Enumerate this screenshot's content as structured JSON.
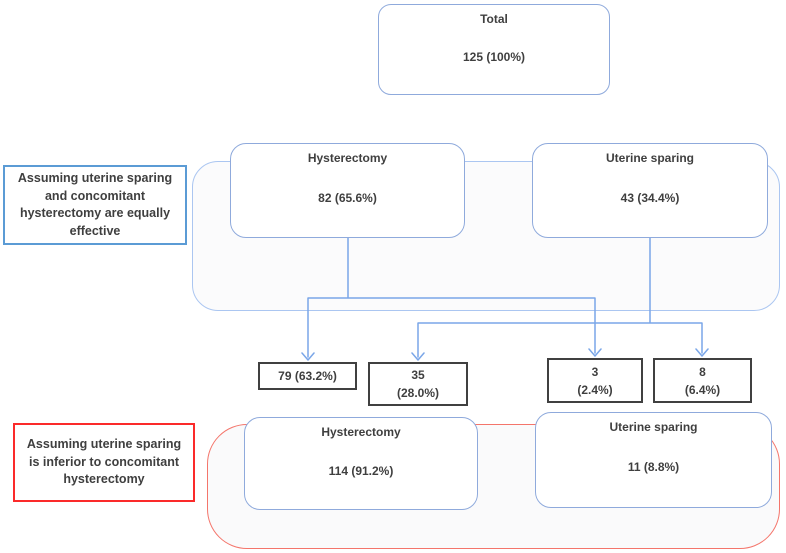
{
  "diagram": {
    "colors": {
      "connector": "#7aa6e8",
      "node_border_blue": "#8faadc",
      "container_border_blue": "#abc6f1",
      "label_border_blue": "#5b9bd5",
      "label_border_red": "#fb2a2a",
      "container_border_red": "#f4756b",
      "outcome_border_dark": "#404040",
      "text": "#3f3f3f"
    },
    "total": {
      "title": "Total",
      "value": "125 (100%)"
    },
    "label_equal": "Assuming uterine sparing and concomitant hysterectomy are equally effective",
    "equal_branch": {
      "hysterectomy": {
        "title": "Hysterectomy",
        "value": "82 (65.6%)"
      },
      "uterine_sparing": {
        "title": "Uterine sparing",
        "value": "43 (34.4%)"
      }
    },
    "outcomes": [
      {
        "line1": "79 (63.2%)",
        "line2": ""
      },
      {
        "line1": "35",
        "line2": "(28.0%)"
      },
      {
        "line1": "3",
        "line2": "(2.4%)"
      },
      {
        "line1": "8",
        "line2": "(6.4%)"
      }
    ],
    "label_inferior": "Assuming uterine sparing is inferior to concomitant hysterectomy",
    "inferior_branch": {
      "hysterectomy": {
        "title": "Hysterectomy",
        "value": "114 (91.2%)"
      },
      "uterine_sparing": {
        "title": "Uterine sparing",
        "value": "11 (8.8%)"
      }
    }
  }
}
